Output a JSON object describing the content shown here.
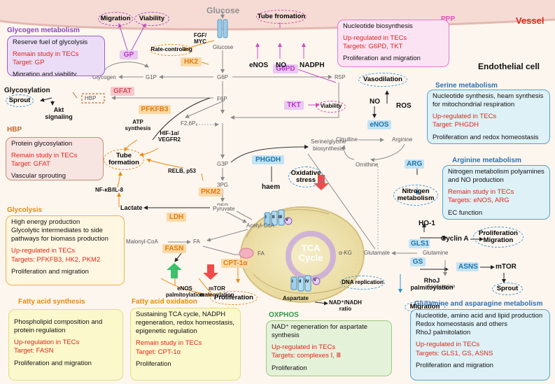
{
  "header": {
    "vessel": "Vessel",
    "endothelial_cell": "Endothelial cell",
    "glucose_top": "Glucose"
  },
  "metabolites": {
    "glucose": "Glucose",
    "glycogen": "Glycogen",
    "g1p": "G1P",
    "g6p": "G6P",
    "r5p": "R5P",
    "f6p": "F6P",
    "hbp": "HBP",
    "f26p2": "F2,6P₂",
    "g3p": "G3P",
    "pg3": "3PG",
    "pep": "PEP",
    "pyruvate": "Pyruvate",
    "lactate": "Lactate",
    "acetyl_coa": "Acetyl-CoA",
    "malonyl_coa": "Malonyl-CoA",
    "fa1": "FA",
    "fa2": "FA",
    "serine_glycine": "Serine/glycine\nbiosynthesis",
    "citrulline": "Citrulline",
    "arginine": "Arginine",
    "ornithine": "Ornithine",
    "glutamate": "Glutamate",
    "glutamine": "Glutamine",
    "asparagine": "Asparagine",
    "akg": "α-KG",
    "aspartate": "Aspartate",
    "nad_ratio": "NAD⁺/NADH\nratio"
  },
  "enzymes": {
    "gp": "GP",
    "hk2": "HK2",
    "gfat": "GFAT",
    "pfkfb3": "PFKFB3",
    "pkm2": "PKM2",
    "ldh": "LDH",
    "fasn": "FASN",
    "cpt1a": "CPT-1α",
    "g6pd": "G6PD",
    "tkt": "TKT",
    "enos": "eNOS",
    "phgdh": "PHGDH",
    "arg": "ARG",
    "gls1": "GLS1",
    "gs": "GS",
    "asns": "ASNS"
  },
  "labels": {
    "glycosylation": "Glycosylation",
    "akt_signaling": "Akt\nsignaling",
    "atp_synthesis": "ATP\nsynthesis",
    "hif": "HIF-1α/\nVEGFR2",
    "relb": "RELB, p53",
    "nfkb": "NF-κB/IL-8",
    "fgf": "FGF/\nMYC",
    "enos2": "eNOS",
    "no": "NO",
    "nadph": "NADPH",
    "no2": "NO",
    "ros": "ROS",
    "haem": "haem",
    "enos_palm": "eNOS\npalmitoylation",
    "mtor_mal": "mTOR\nmalonylation",
    "rhoj": "RhoJ\npalmitoylation",
    "ho1": "HO-1",
    "cyclin_a": "Cyclin A",
    "mtor": "mTOR",
    "tca": "TCA\nCycle",
    "complex_i": "I",
    "complex_ii": "II",
    "complex_iii": "III",
    "complex_iv": "IV",
    "complex_v": "V"
  },
  "ovals": {
    "migration": "Migration",
    "viability": "Viability",
    "tube_formation_top": "Tube fromation",
    "rate_controlling": "Rate-controling",
    "sprout_left": "Sprout",
    "tube_formation_left": "Tube\nformation",
    "viability2": "Viability",
    "vasodilation": "Vasodilation",
    "oxidative_stress": "Oxidative\nstress",
    "nitrogen_metabolism": "Nitrogen\nmetabolism",
    "prolif_migration": "Proliferation\nMigration",
    "dna_replication": "DNA replication",
    "proliferation_mid": "Proliferation",
    "migration_bottom": "Migration",
    "sprout_right": "Sprout"
  },
  "panels": {
    "glycogen": {
      "title": "Glycogen metabolism",
      "lines": [
        "Reserve fuel of glycolysis"
      ],
      "red": [
        "Remain study in TECs",
        "Target: GP"
      ],
      "after": [
        "Migration and viability"
      ]
    },
    "hbp": {
      "title": "HBP",
      "lines": [
        "Protein glycosylation"
      ],
      "red": [
        "Remain study in TECs",
        "Target: GFAT"
      ],
      "after": [
        "Vascular sprouting"
      ]
    },
    "glycolysis": {
      "title": "Glycolysis",
      "lines": [
        "High energy production",
        "Glycolytic intermediates to side pathways for biomass production"
      ],
      "red": [
        "Up-regulated in TECs",
        "Targets: PFKFB3, HK2, PKM2"
      ],
      "after": [
        "Proliferation and migration"
      ]
    },
    "fas": {
      "title": "Fatty acid synthesis",
      "lines": [
        "Phospholipid composition and protein regulation"
      ],
      "red": [
        "Up-regulation in TECs",
        "Target: FASN"
      ],
      "after": [
        "Proliferation and migration"
      ]
    },
    "fao": {
      "title": "Fatty acid oxidation",
      "lines": [
        "Sustaining TCA cycle, NADPH regeneration, redox homeostasis, epigenetic regulation"
      ],
      "red": [
        "Remain study in TECs",
        "Target: CPT-1α"
      ],
      "after": [
        "Proliferation"
      ]
    },
    "oxphos": {
      "title": "OXPHOS",
      "lines": [
        "NAD⁺ regeneration for aspartate synthesis"
      ],
      "red": [
        "Up-regulated in TECs",
        "Targets: complexes Ⅰ, Ⅲ"
      ],
      "after": [
        "Proliferation"
      ]
    },
    "ppp": {
      "title": "PPP",
      "lines": [
        "Nucleotide biosynthesis"
      ],
      "red": [
        "Up-regulated in TECs",
        "Targets: G6PD, TKT"
      ],
      "after": [
        "Proliferation and migration"
      ]
    },
    "serine": {
      "title": "Serine metabolism",
      "lines": [
        "Nucleotide synthesis, heam synthesis for mitochondrial respiration"
      ],
      "red": [
        "Up-regulated in TECs",
        "Target: PHGDH"
      ],
      "after": [
        "Proliferation and redox homeostasis"
      ]
    },
    "arginine": {
      "title": "Arginine metabolism",
      "lines": [
        "Nitrogen metabolism polyamines and NO production"
      ],
      "red": [
        "Remain study in TECs",
        "Targets: eNOS, ARG"
      ],
      "after": [
        "EC function"
      ]
    },
    "glutamine": {
      "title": "Glutamine and asparagine metabolism",
      "lines": [
        "Nucleotide, amino acid and lipid production",
        "Redox homeostasis and others",
        "RhoJ palmitolation"
      ],
      "red": [
        "Up-regulated in TECs",
        "Targets: GLS1, GS, ASNS"
      ],
      "after": [
        "Proliferation and migration"
      ]
    }
  },
  "colors": {
    "blue_title": "#2a71b6",
    "orange_title": "#e8890c",
    "purple_title": "#8a45c2",
    "pink_title": "#e34fbd",
    "green_title": "#2e9b45",
    "red_title": "#e02a1a",
    "brown_title": "#c26a2c"
  }
}
